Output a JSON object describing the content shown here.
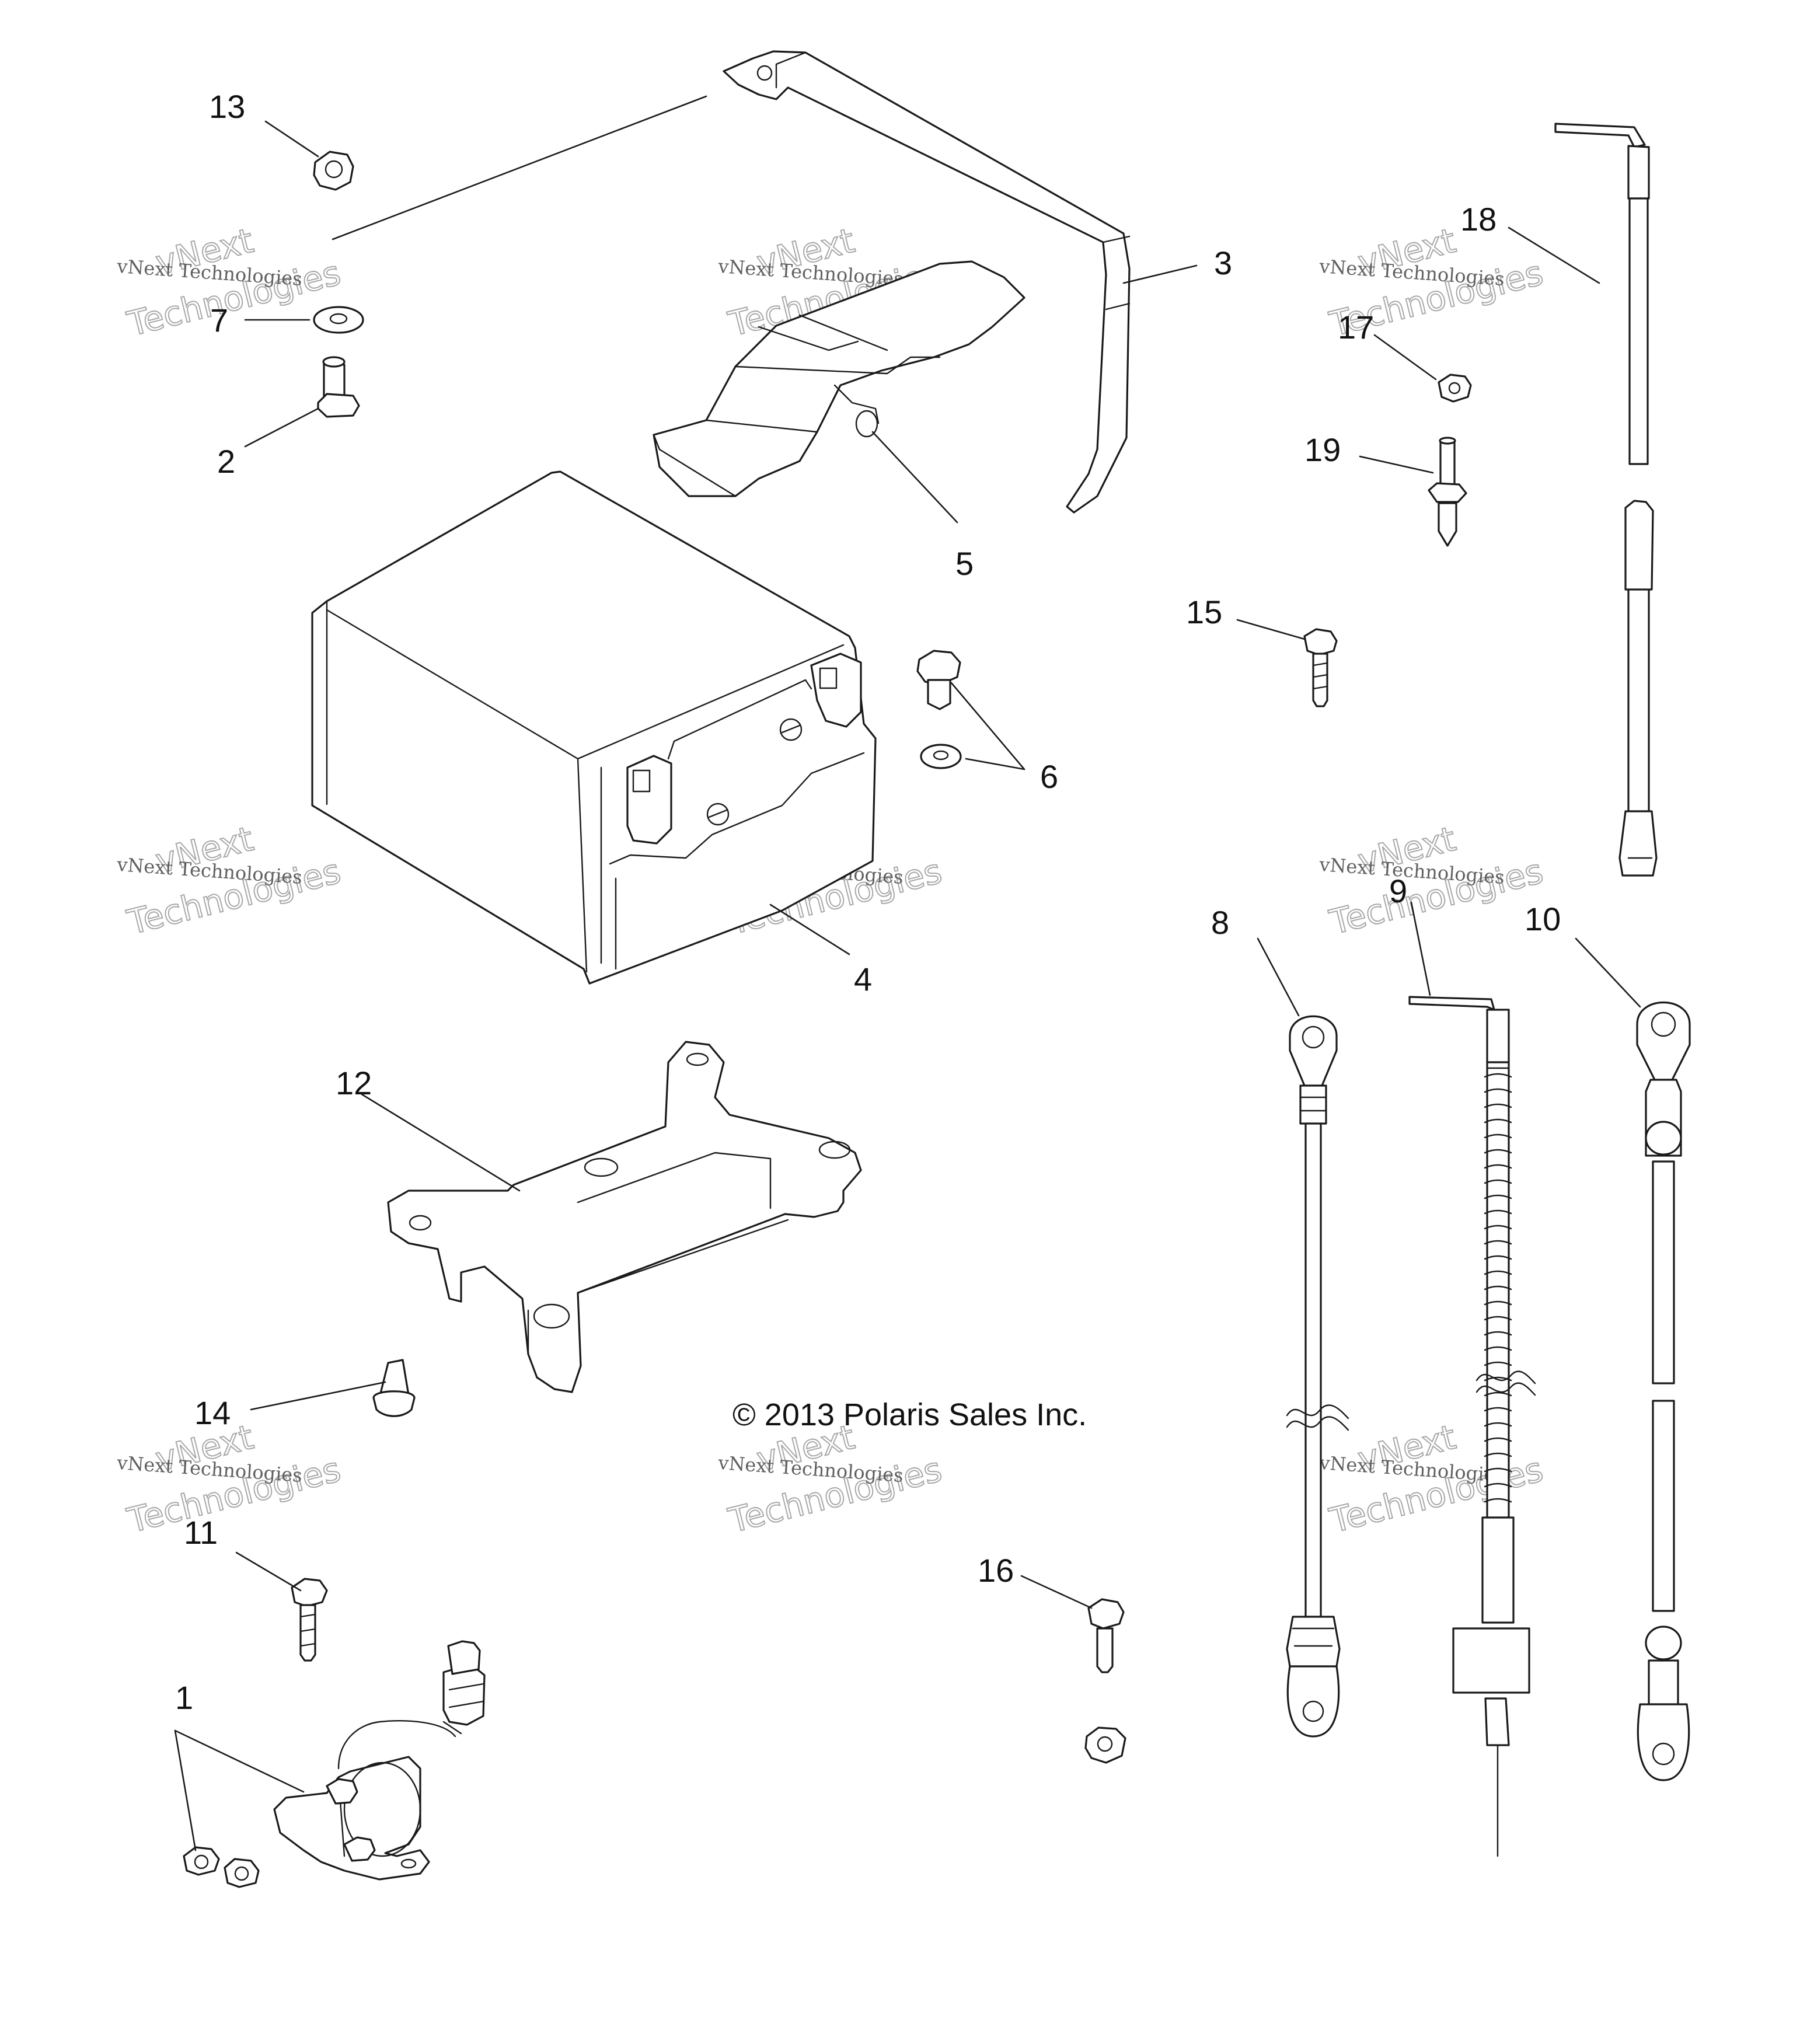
{
  "callouts": [
    {
      "id": "1",
      "label": "1"
    },
    {
      "id": "2",
      "label": "2"
    },
    {
      "id": "3",
      "label": "3"
    },
    {
      "id": "4",
      "label": "4"
    },
    {
      "id": "5",
      "label": "5"
    },
    {
      "id": "6",
      "label": "6"
    },
    {
      "id": "7",
      "label": "7"
    },
    {
      "id": "8",
      "label": "8"
    },
    {
      "id": "9",
      "label": "9"
    },
    {
      "id": "10",
      "label": "10"
    },
    {
      "id": "11",
      "label": "11"
    },
    {
      "id": "12",
      "label": "12"
    },
    {
      "id": "13",
      "label": "13"
    },
    {
      "id": "14",
      "label": "14"
    },
    {
      "id": "15",
      "label": "15"
    },
    {
      "id": "16",
      "label": "16"
    },
    {
      "id": "17",
      "label": "17"
    },
    {
      "id": "18",
      "label": "18"
    },
    {
      "id": "19",
      "label": "19"
    }
  ],
  "copyright": "© 2013 Polaris Sales Inc.",
  "watermark": {
    "line1": "vNext Technologies",
    "line2": "Technologies",
    "line3": "vNext"
  }
}
